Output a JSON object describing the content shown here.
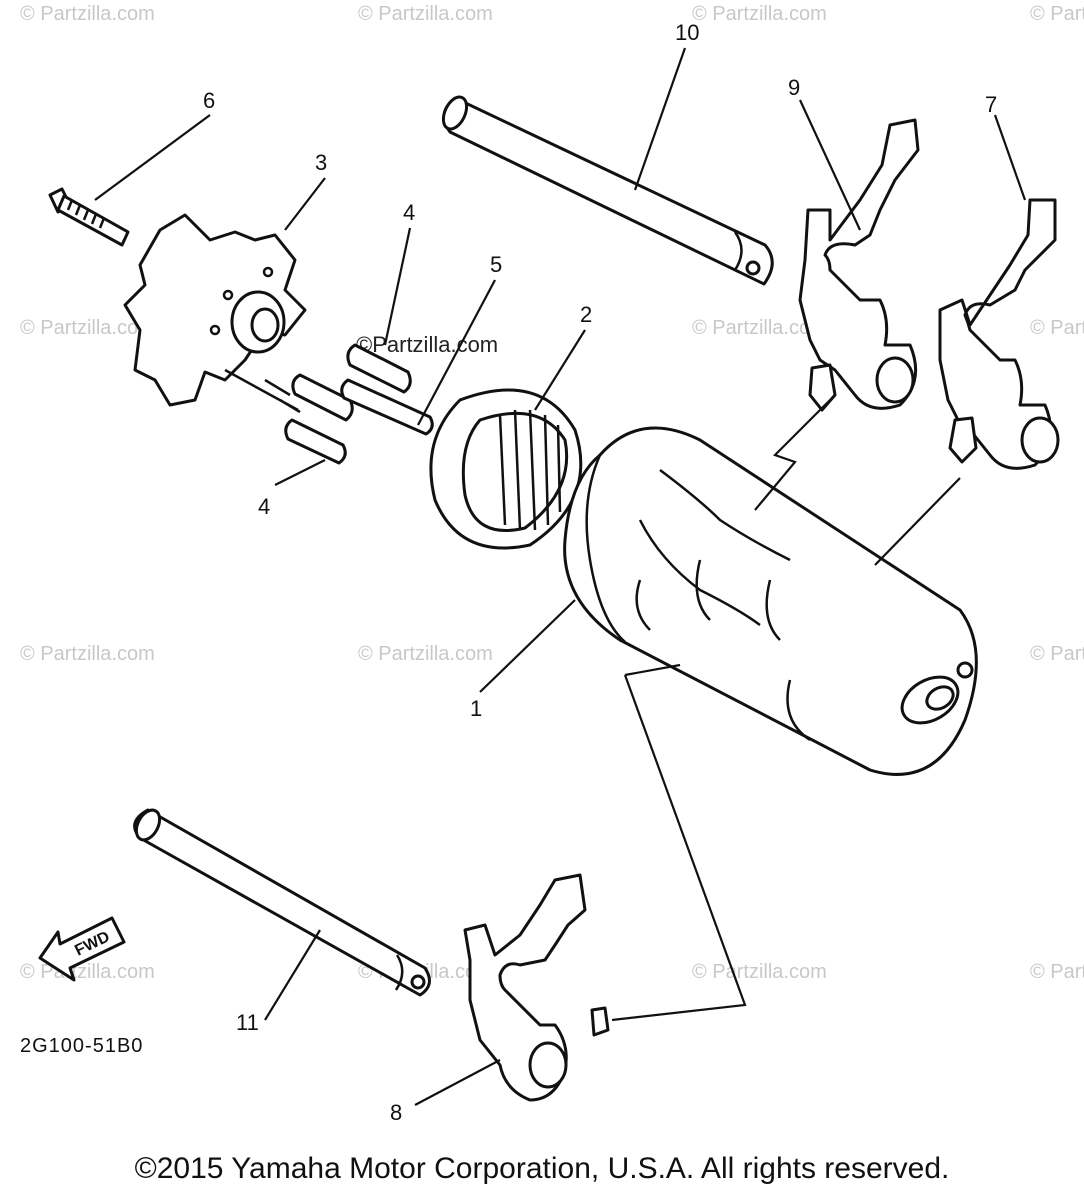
{
  "watermark_text": "© Partzilla.com",
  "center_watermark": "©Partzilla.com",
  "diagram_code": "2G100-51B0",
  "fwd_label": "FWD",
  "callouts": {
    "c1": "1",
    "c2": "2",
    "c3": "3",
    "c4a": "4",
    "c4b": "4",
    "c5": "5",
    "c6": "6",
    "c7": "7",
    "c8": "8",
    "c9": "9",
    "c10": "10",
    "c11": "11"
  },
  "copyright": "©2015 Yamaha Motor Corporation, U.S.A. All rights reserved."
}
